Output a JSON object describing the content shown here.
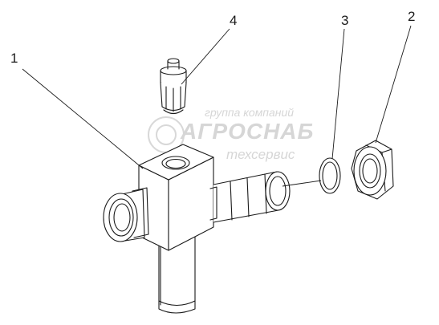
{
  "callouts": [
    {
      "id": "1",
      "label": "1"
    },
    {
      "id": "2",
      "label": "2"
    },
    {
      "id": "3",
      "label": "3"
    },
    {
      "id": "4",
      "label": "4"
    }
  ],
  "watermark": {
    "line1": "группа компаний",
    "line2": "АГРОСНАБ",
    "line3": "техсервис"
  },
  "colors": {
    "line": "#1a1a1a",
    "watermark": "#d6d6d6",
    "background": "#ffffff"
  }
}
